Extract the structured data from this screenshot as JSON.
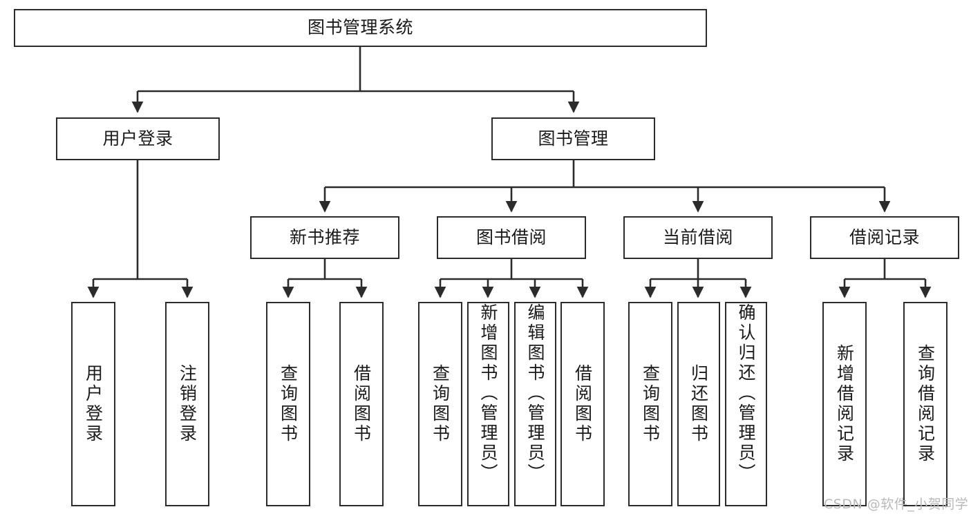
{
  "diagram": {
    "type": "tree",
    "title": "图书管理系统",
    "colors": {
      "box_border": "#2b2b2b",
      "box_fill": "#ffffff",
      "line": "#2b2b2b",
      "text": "#1a1a1a",
      "watermark": "#b9b9b9",
      "background": "#ffffff"
    },
    "nodes": {
      "root": {
        "label": "图书管理系统"
      },
      "level2": [
        {
          "id": "user_login",
          "label": "用户登录"
        },
        {
          "id": "book_manage",
          "label": "图书管理"
        }
      ],
      "level3": [
        {
          "id": "new_book_rec",
          "label": "新书推荐"
        },
        {
          "id": "book_borrow",
          "label": "图书借阅"
        },
        {
          "id": "current_borrow",
          "label": "当前借阅"
        },
        {
          "id": "borrow_record",
          "label": "借阅记录"
        }
      ],
      "leaves": {
        "user_login": [
          {
            "id": "leaf_user_login",
            "label": "用户登录"
          },
          {
            "id": "leaf_user_logout",
            "label": "注销登录"
          }
        ],
        "new_book_rec": [
          {
            "id": "leaf_query_book_1",
            "label": "查询图书"
          },
          {
            "id": "leaf_borrow_book_1",
            "label": "借阅图书"
          }
        ],
        "book_borrow": [
          {
            "id": "leaf_query_book_2",
            "label": "查询图书"
          },
          {
            "id": "leaf_add_book",
            "label": "新增图书（管理员）"
          },
          {
            "id": "leaf_edit_book",
            "label": "编辑图书（管理员）"
          },
          {
            "id": "leaf_borrow_book_2",
            "label": "借阅图书"
          }
        ],
        "current_borrow": [
          {
            "id": "leaf_query_book_3",
            "label": "查询图书"
          },
          {
            "id": "leaf_return_book",
            "label": "归还图书"
          },
          {
            "id": "leaf_confirm_return",
            "label": "确认归还（管理员）"
          }
        ],
        "borrow_record": [
          {
            "id": "leaf_add_record",
            "label": "新增借阅记录"
          },
          {
            "id": "leaf_query_record",
            "label": "查询借阅记录"
          }
        ]
      }
    },
    "watermark": "CSDN @软件_小贺同学"
  }
}
